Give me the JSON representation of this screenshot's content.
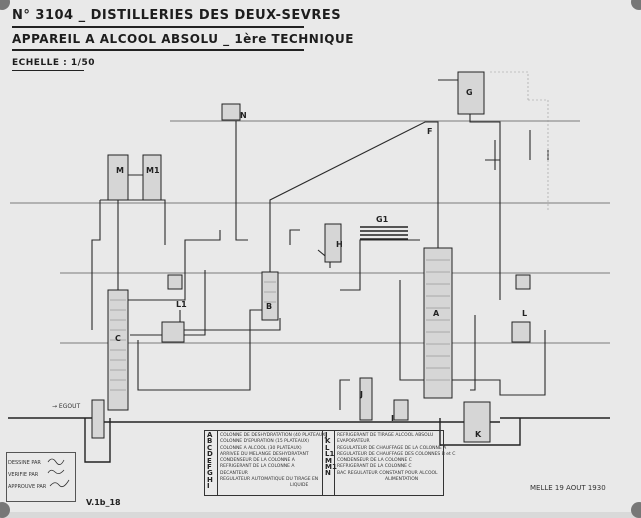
{
  "header": {
    "line1": "N° 3104 _ DISTILLERIES DES DEUX-SEVRES",
    "line2": "APPAREIL A ALCOOL ABSOLU _ 1ère TECHNIQUE",
    "scale": "ECHELLE : 1/50"
  },
  "diagram": {
    "labels": [
      "M",
      "M1",
      "N",
      "G",
      "F",
      "G1",
      "H",
      "L1",
      "B",
      "C",
      "A",
      "L",
      "J",
      "I",
      "K"
    ],
    "side_note": "→ EGOUT"
  },
  "legend": {
    "left_letters": [
      "A",
      "B",
      "C",
      "D",
      "E",
      "F",
      "G",
      "H",
      "I"
    ],
    "left_items": [
      "COLONNE DE DESHYDRATATION (40 PLATEAUX)",
      "COLONNE D'EPURATION (15 PLATEAUX)",
      "COLONNE A ALCOOL (30 PLATEAUX)",
      "ARRIVEE DU MELANGE DESHYDRATANT",
      "CONDENSEUR DE LA COLONNE A",
      "REFRIGERANT DE LA COLONNE A",
      "DECANTEUR",
      "REGULATEUR AUTOMATIQUE DU TIRAGE EN",
      "LIQUIDE"
    ],
    "right_letters": [
      "J",
      "K",
      "L",
      "L1",
      "M",
      "M1",
      "N"
    ],
    "right_items": [
      "REFRIGERANT DE TIRAGE ALCOOL ABSOLU",
      "EVAPORATEUR",
      "REGULATEUR DE CHAUFFAGE DE LA COLONNE A",
      "REGULATEUR DE CHAUFFAGE DES COLONNES B et C",
      "CONDENSEUR DE LA COLONNE C",
      "REFRIGERANT DE LA COLONNE C",
      "BAC REGULATEUR CONSTANT POUR ALCOOL",
      "ALIMENTATION"
    ]
  },
  "signatures": [
    "DESSINE PAR",
    "VERIFIE PAR",
    "APPROUVE PAR"
  ],
  "footer": {
    "drawing_id": "V.1b_18",
    "date": "MELLE 19 AOUT 1930"
  }
}
